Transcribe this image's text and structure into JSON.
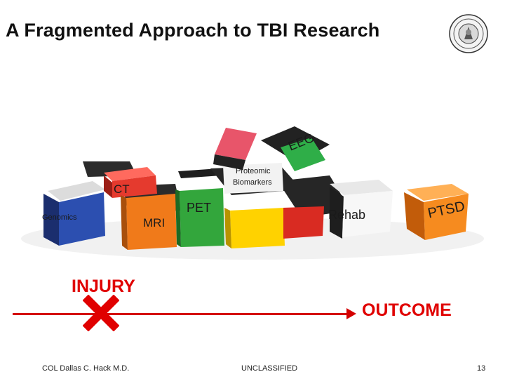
{
  "slide": {
    "title": "A Fragmented Approach to TBI Research",
    "page_number": "13",
    "classification": "UNCLASSIFIED",
    "author": "COL Dallas C. Hack M.D."
  },
  "labels": {
    "eeg": "EEG",
    "proteomic": "Proteomic",
    "biomarkers": "Biomarkers",
    "ct": "CT",
    "genomics": "Genomics",
    "mri": "MRI",
    "pet": "PET",
    "rehab": "Rehab",
    "ptsd": "PTSD"
  },
  "timeline": {
    "start_label": "INJURY",
    "end_label": "OUTCOME"
  },
  "colors": {
    "title": "#111111",
    "accent_red": "#e00000",
    "cube_blue": "#2c4fb0",
    "cube_orange": "#f07a1a",
    "cube_green": "#33a63c",
    "cube_yellow": "#ffd200",
    "cube_red": "#e53a2e",
    "cube_white": "#f2f2f2"
  },
  "icons": {
    "seal": "seal-icon",
    "failure_mark": "x-mark-icon"
  }
}
